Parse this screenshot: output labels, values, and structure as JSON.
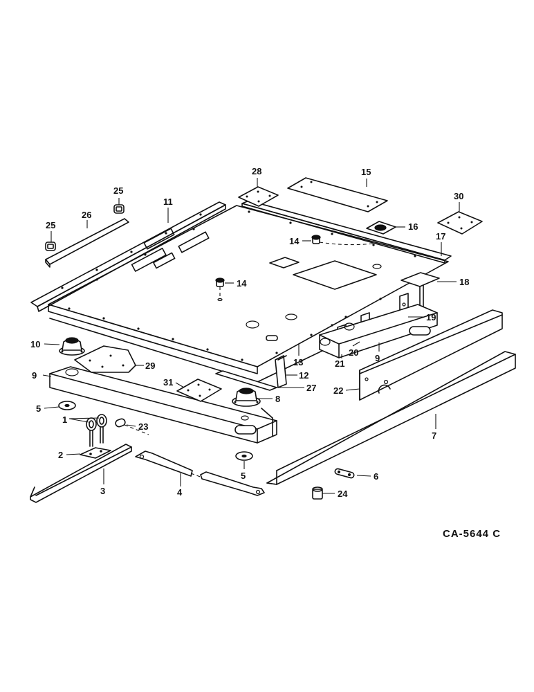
{
  "drawing_code": "CA-5644 C",
  "callouts": {
    "c1": "1",
    "c2": "2",
    "c3": "3",
    "c4": "4",
    "c5a": "5",
    "c5b": "5",
    "c6": "6",
    "c7": "7",
    "c8": "8",
    "c9a": "9",
    "c9b": "9",
    "c10": "10",
    "c11": "11",
    "c12": "12",
    "c13": "13",
    "c14a": "14",
    "c14b": "14",
    "c15": "15",
    "c16": "16",
    "c17": "17",
    "c18": "18",
    "c19": "19",
    "c20": "20",
    "c21": "21",
    "c22": "22",
    "c23": "23",
    "c24": "24",
    "c25a": "25",
    "c25b": "25",
    "c26": "26",
    "c27": "27",
    "c28": "28",
    "c29": "29",
    "c30": "30",
    "c31": "31"
  }
}
